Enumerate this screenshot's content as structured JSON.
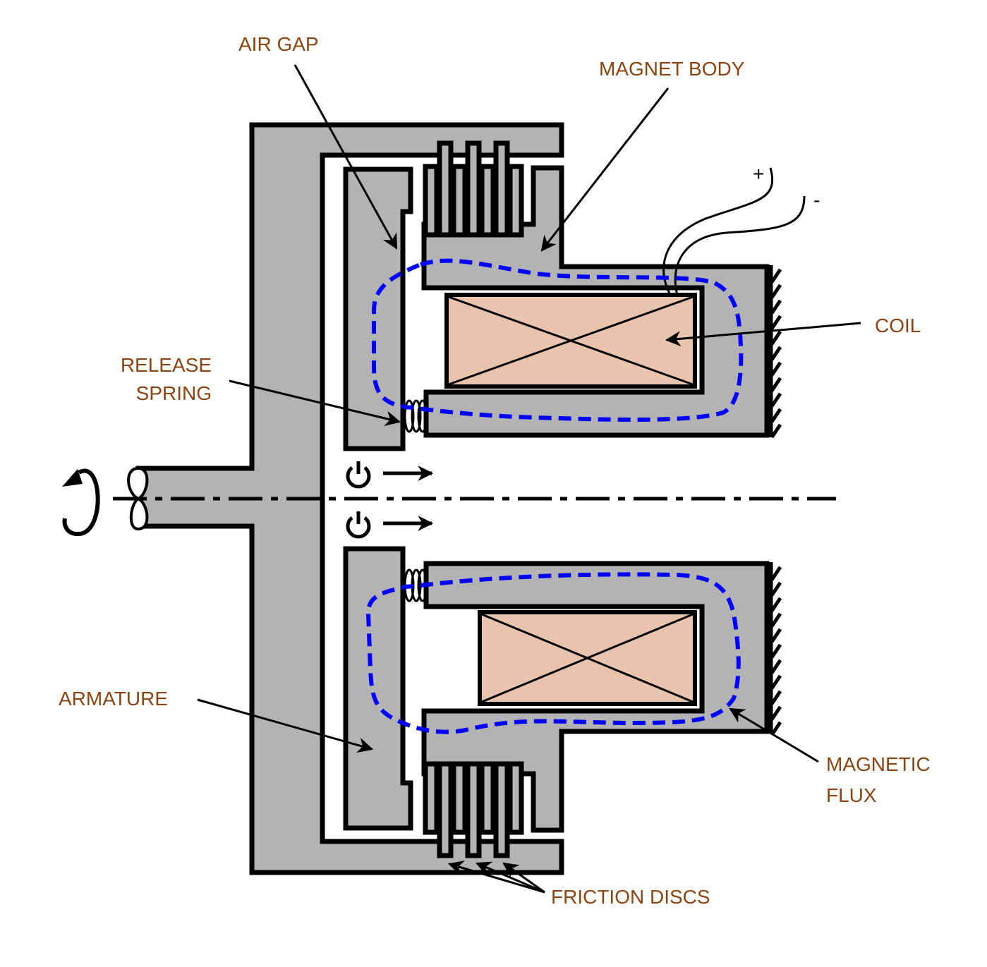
{
  "diagram": {
    "title": "Electromagnetic multi-disc clutch / brake cross-section",
    "label_color": "#8b4513",
    "colors": {
      "body": "#b3b3b3",
      "coil": "#e8c4ae",
      "outline": "#000000",
      "flux": "#0000ff"
    },
    "labels": {
      "air_gap": "AIR GAP",
      "magnet_body": "MAGNET BODY",
      "coil": "COIL",
      "release_spring_line1": "RELEASE",
      "release_spring_line2": "SPRING",
      "armature": "ARMATURE",
      "magnetic_flux_line1": "MAGNETIC",
      "magnetic_flux_line2": "FLUX",
      "friction_discs": "FRICTION DISCS"
    },
    "terminals": {
      "positive": "+",
      "negative": "-"
    },
    "icons": {
      "rotation": "rotation-arrow-icon",
      "shaft_break": "shaft-break-icon",
      "power_top": "power-icon",
      "power_bottom": "power-icon",
      "ground": "ground-hatch-icon"
    },
    "friction_disc_count_per_side": 3
  }
}
